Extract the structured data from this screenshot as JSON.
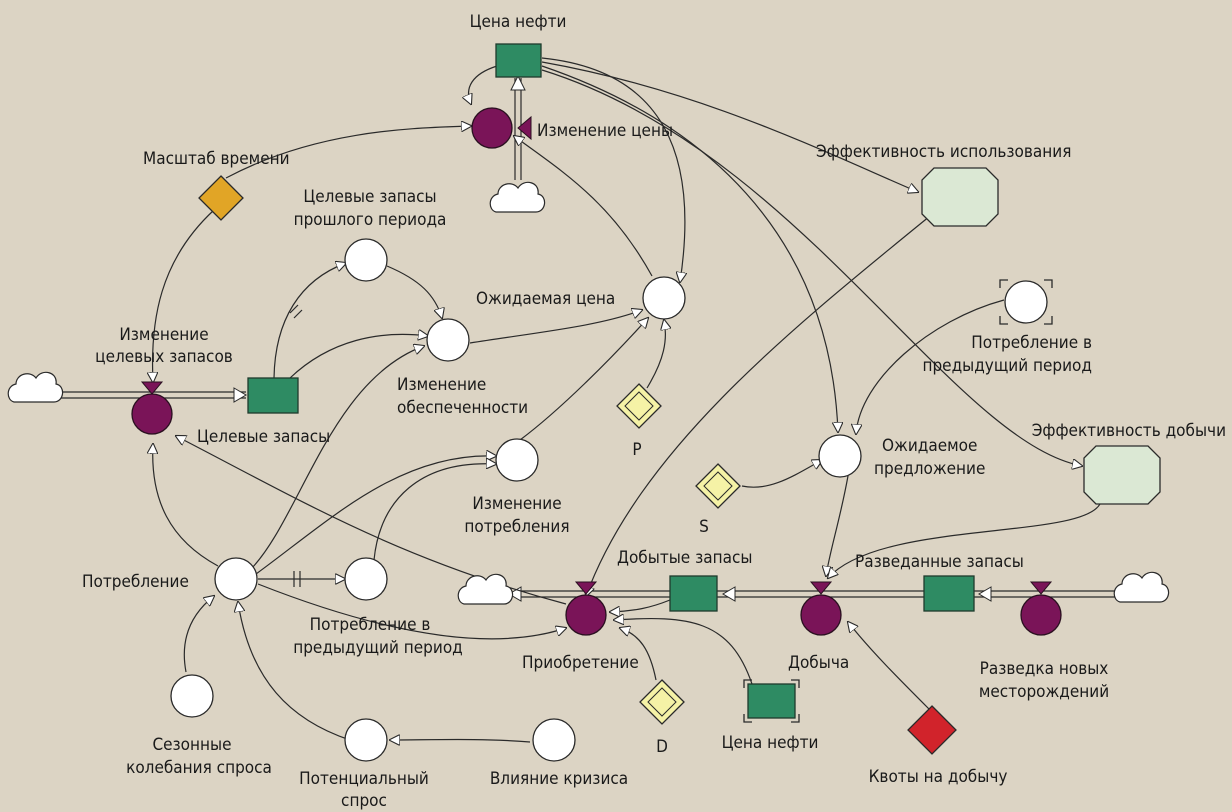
{
  "colors": {
    "background": "#dcd4c4",
    "stock": "#2e8b63",
    "rate": "#7a1458",
    "external": "#4f6bb8",
    "parameter": "#f5f2a6",
    "time_scale": "#e1a526",
    "quota": "#d1232b",
    "lookup": "#dbe8d4"
  },
  "stocks": {
    "oil_price": "Цена нефти",
    "target_reserves": "Целевые запасы",
    "extracted_reserves": "Добытые запасы",
    "explored_reserves": "Разведанные запасы",
    "oil_price_ghost": "Цена нефти"
  },
  "rates": {
    "price_change": "Изменение цены",
    "target_reserves_change": [
      "Изменение",
      "целевых запасов"
    ],
    "acquisition": "Приобретение",
    "extraction": "Добыча",
    "exploration": [
      "Разведка новых",
      "месторождений"
    ]
  },
  "auxiliaries": {
    "expected_price": "Ожидаемая цена",
    "prev_target_reserves": [
      "Целевые запасы",
      "прошлого периода"
    ],
    "supply_change": [
      "Изменение",
      "обеспеченности"
    ],
    "consumption_change": [
      "Изменение",
      "потребления"
    ],
    "consumption": "Потребление",
    "prev_consumption": [
      "Потребление в",
      "предыдущий период"
    ],
    "prev_consumption_ghost": [
      "Потребление в",
      "предыдущий  период"
    ],
    "expected_supply": [
      "Ожидаемое",
      "предложение"
    ]
  },
  "externals": {
    "seasonal": [
      "Сезонные",
      "колебания спроса"
    ],
    "potential_demand": [
      "Потенциальный",
      "спрос"
    ],
    "crisis_impact": "Влияние кризиса"
  },
  "parameters": {
    "time_scale": "Масштаб времени",
    "p": "P",
    "s": "S",
    "d": "D",
    "quotas": "Квоты на добычу"
  },
  "lookups": {
    "usage_efficiency": "Эффективность использования",
    "extraction_efficiency": "Эффективность добычи"
  }
}
